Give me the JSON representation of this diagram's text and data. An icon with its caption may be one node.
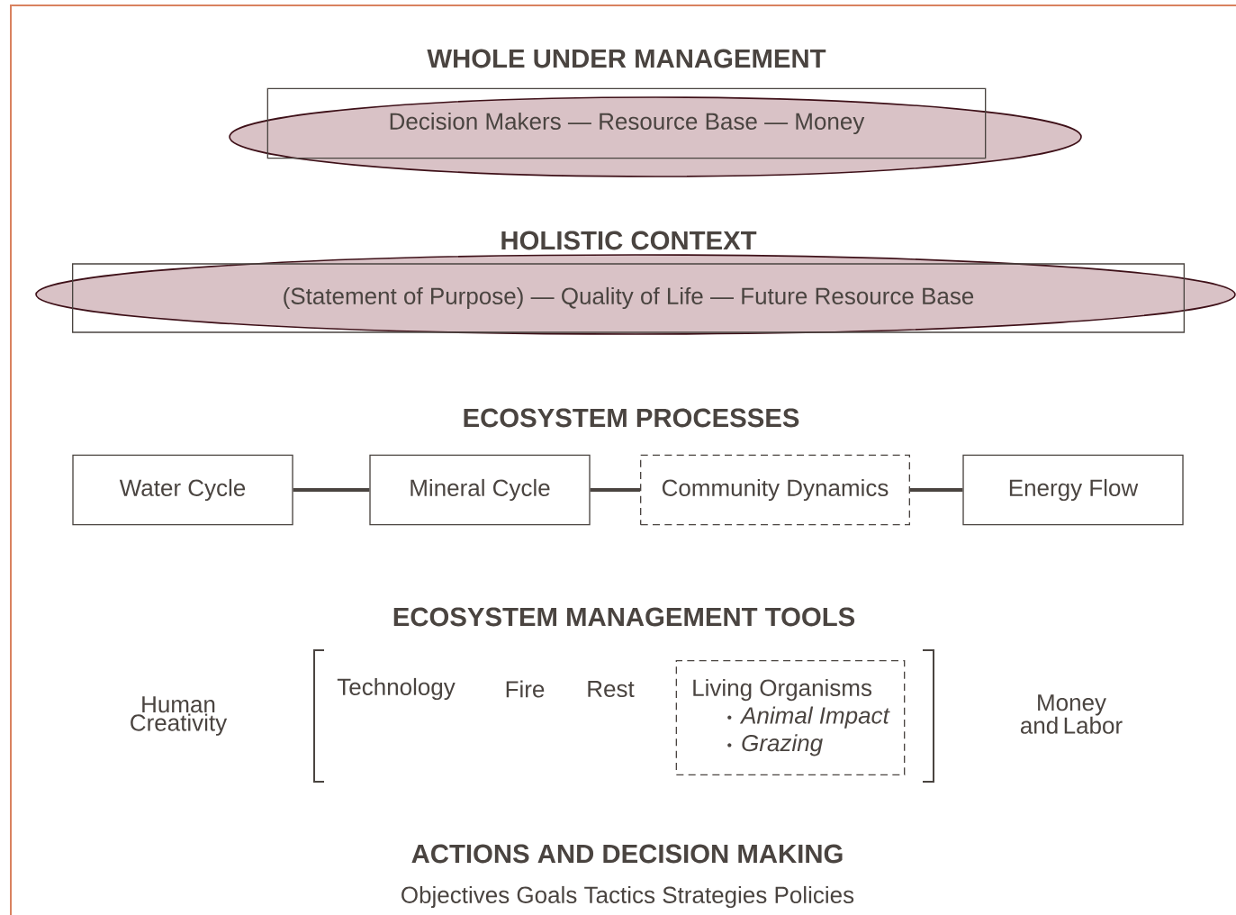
{
  "diagram": {
    "nodes": [
      {
        "text": [
          "WHOLE UNDER MANAGEMENT",
          "Decision Makers — Resource Base — Money"
        ]
      },
      {
        "text": [
          "HOLISTIC CONTEXT",
          "(Statement of Purpose) — Quality of Life — Future Resource Base"
        ]
      },
      {
        "text": [
          "Water Cycle"
        ]
      },
      {
        "text": [
          "Mineral Cycle"
        ]
      },
      {
        "text": [
          "Community Dynamics"
        ]
      },
      {
        "text": [
          "Energy Flow"
        ]
      },
      {
        "text": [
          "Living Organisms",
          "Animal Impact",
          "Grazing"
        ]
      }
    ],
    "edges": [
      {
        "from": 2,
        "to": 3,
        "arrow": "none"
      },
      {
        "from": 3,
        "to": 4,
        "arrow": "none"
      },
      {
        "from": 4,
        "to": 5,
        "arrow": "none"
      }
    ],
    "labels": [
      "ECOSYSTEM PROCESSES",
      "ECOSYSTEM MANAGEMENT TOOLS",
      "Human Creativity",
      "Technology",
      "Fire",
      "Rest",
      "Money and Labor",
      "ACTIONS AND DECISION MAKING",
      "Objectives  Goals  Tactics  Strategies  Policies"
    ]
  }
}
